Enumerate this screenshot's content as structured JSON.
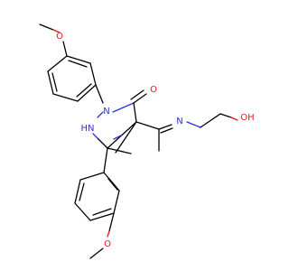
{
  "molecule": {
    "atoms": {
      "o_methoxy_top": "O",
      "n1": "N",
      "o_carbonyl": "O",
      "nh": "HN",
      "n_imine": "N",
      "oh": "OH",
      "o_methoxy_bottom": "O"
    }
  },
  "colors": {
    "bond": "#000000",
    "nitrogen": "#2f2fe6",
    "oxygen": "#e01b1b"
  }
}
